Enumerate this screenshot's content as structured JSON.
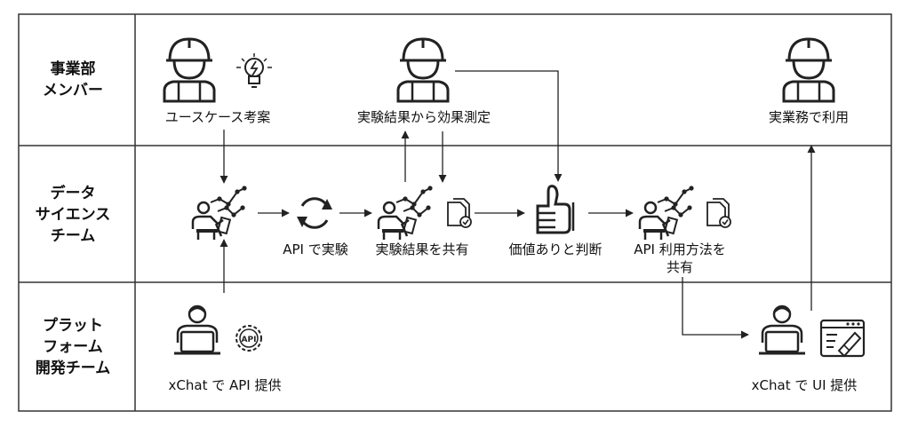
{
  "lanes": [
    {
      "id": "business",
      "label": "事業部\nメンバー"
    },
    {
      "id": "ds",
      "label": "データ\nサイエンス\nチーム"
    },
    {
      "id": "platform",
      "label": "プラット\nフォーム\n開発チーム"
    }
  ],
  "steps": {
    "usecase": "ユースケース考案",
    "measure": "実験結果から効果測定",
    "business_use": "実業務で利用",
    "api_experiment": "API で実験",
    "share_results": "実験結果を共有",
    "value_judgement": "価値ありと判断",
    "share_api_usage": "API 利用方法を\n共有",
    "xchat_api": "xChat で API 提供",
    "xchat_ui": "xChat で UI 提供"
  },
  "icon_badges": {
    "api_gear": "API"
  },
  "icons": [
    "worker-helmet-icon",
    "lightbulb-icon",
    "data-scientist-icon",
    "refresh-cycle-icon",
    "document-check-icon",
    "thumbs-up-icon",
    "developer-laptop-icon",
    "api-gear-icon",
    "ui-window-icon"
  ],
  "colors": {
    "line": "#222222",
    "border": "#333333",
    "background": "#ffffff"
  }
}
